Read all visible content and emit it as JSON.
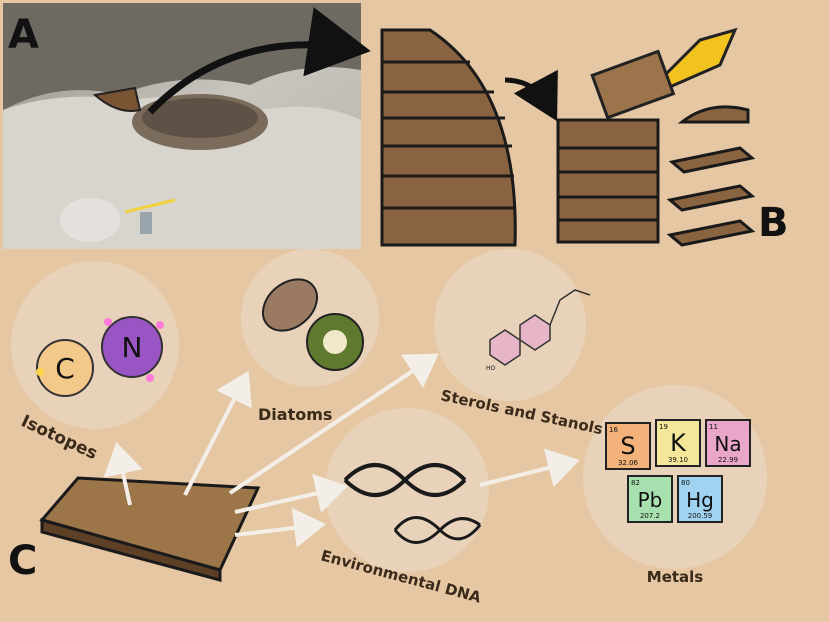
{
  "panels": {
    "a": "A",
    "b": "B",
    "c": "C"
  },
  "isotopes": {
    "label": "Isotopes",
    "atoms": [
      "C",
      "N"
    ]
  },
  "diatoms": {
    "label": "Diatoms"
  },
  "sterols": {
    "label": "Sterols and Stanols"
  },
  "edna": {
    "label": "Environmental DNA"
  },
  "metals": {
    "label": "Metals",
    "elements": [
      {
        "number": "16",
        "symbol": "S",
        "mass": "32.06",
        "color": "#f2b27a"
      },
      {
        "number": "19",
        "symbol": "K",
        "mass": "39.10",
        "color": "#f4e79a"
      },
      {
        "number": "11",
        "symbol": "Na",
        "mass": "22.99",
        "color": "#e9a6c9"
      },
      {
        "number": "82",
        "symbol": "Pb",
        "mass": "207.2",
        "color": "#a9e0b0"
      },
      {
        "number": "80",
        "symbol": "Hg",
        "mass": "200.59",
        "color": "#9fd3f0"
      }
    ]
  },
  "sterol_atom": "HO",
  "colors": {
    "background": "#e6c7a3",
    "sediment": "#8a6440",
    "circle": "#ece8e3",
    "arrow": "#f3eee8"
  }
}
